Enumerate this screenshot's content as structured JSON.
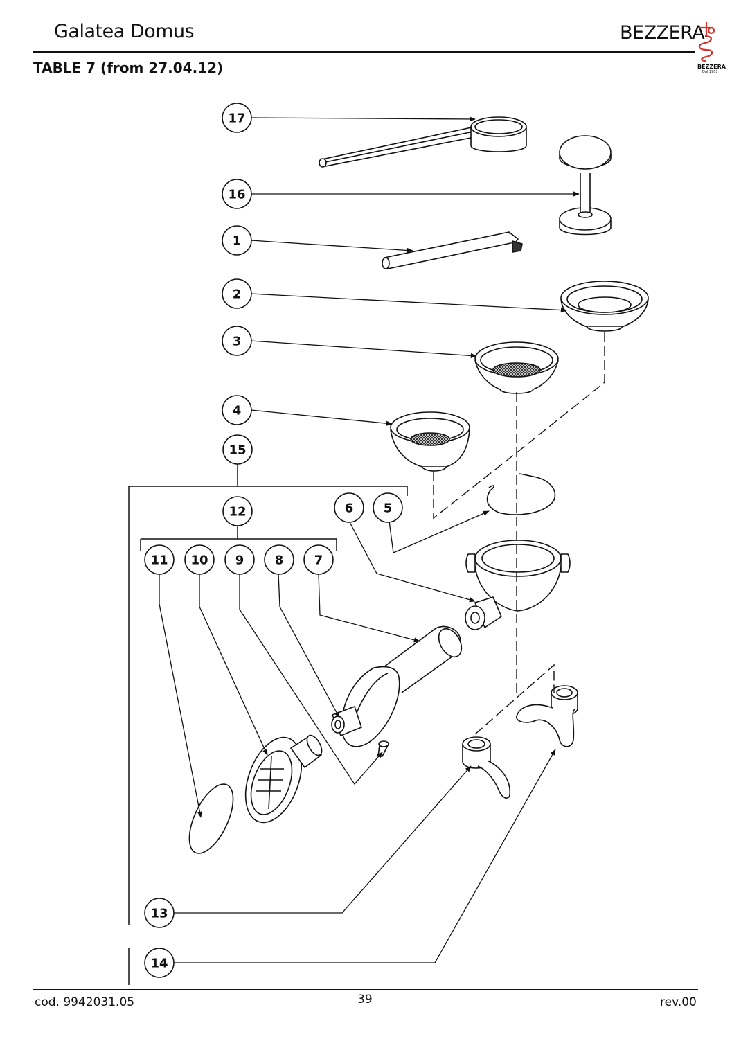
{
  "header": {
    "title": "Galatea Domus",
    "brand": "BEZZERA",
    "brand_logo_caption": "BEZZERA",
    "brand_logo_since": "Dal 1901",
    "table_title": "TABLE 7 (from 27.04.12)"
  },
  "callouts": {
    "c17": "17",
    "c16": "16",
    "c1": "1",
    "c2": "2",
    "c3": "3",
    "c4": "4",
    "c15": "15",
    "c12": "12",
    "c6": "6",
    "c5": "5",
    "c11": "11",
    "c10": "10",
    "c9": "9",
    "c8": "8",
    "c7": "7",
    "c13": "13",
    "c14": "14"
  },
  "footer": {
    "code": "cod. 9942031.05",
    "page": "39",
    "revision": "rev.00"
  },
  "colors": {
    "ink": "#111111",
    "logo_red": "#d2322d",
    "mesh": "#333333"
  }
}
